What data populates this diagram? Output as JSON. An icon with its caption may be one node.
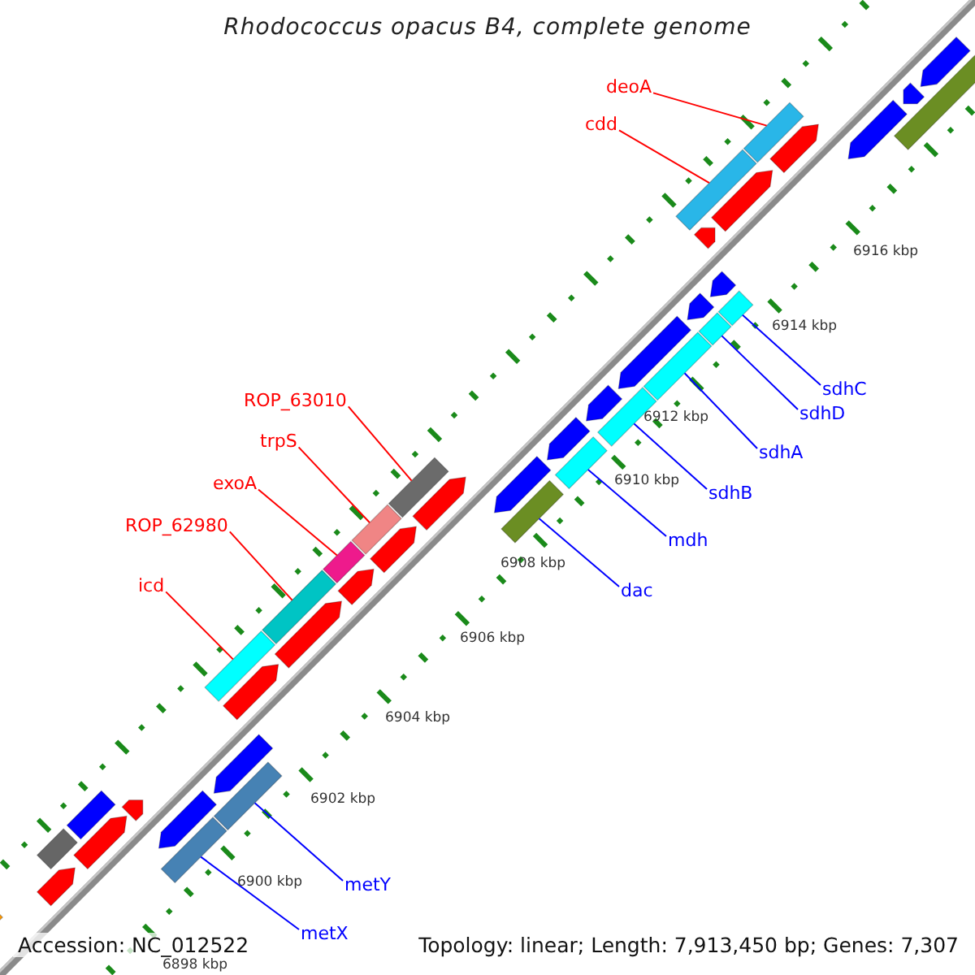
{
  "diagram": {
    "title": "Rhodococcus opacus B4, complete genome",
    "nodes": [
      {
        "text": [
          "deoA"
        ]
      },
      {
        "text": [
          "cdd"
        ]
      },
      {
        "text": [
          "ROP_63010"
        ]
      },
      {
        "text": [
          "trpS"
        ]
      },
      {
        "text": [
          "exoA"
        ]
      },
      {
        "text": [
          "ROP_62980"
        ]
      },
      {
        "text": [
          "icd"
        ]
      },
      {
        "text": [
          "sdhC"
        ]
      },
      {
        "text": [
          "sdhD"
        ]
      },
      {
        "text": [
          "sdhA"
        ]
      },
      {
        "text": [
          "sdhB"
        ]
      },
      {
        "text": [
          "mdh"
        ]
      },
      {
        "text": [
          "dac"
        ]
      },
      {
        "text": [
          "metY"
        ]
      },
      {
        "text": [
          "metX"
        ]
      },
      {
        "text": [],
        "shape": "box"
      },
      {
        "text": [],
        "shape": "box"
      },
      {
        "text": [],
        "shape": "box"
      },
      {
        "text": [],
        "shape": "box"
      },
      {
        "text": [],
        "shape": "box"
      },
      {
        "text": [],
        "shape": "box"
      },
      {
        "text": [],
        "shape": "box"
      },
      {
        "text": [],
        "shape": "box"
      },
      {
        "text": [],
        "shape": "box"
      },
      {
        "text": [],
        "shape": "box"
      },
      {
        "text": [],
        "shape": "box"
      },
      {
        "text": [],
        "shape": "box"
      },
      {
        "text": [],
        "shape": "box"
      },
      {
        "text": [],
        "shape": "box"
      },
      {
        "text": [],
        "shape": "box"
      }
    ],
    "edges": [
      {
        "from": 0,
        "to": 15,
        "arrow": "none",
        "color": "#ff0000"
      },
      {
        "from": 1,
        "to": 16,
        "arrow": "none",
        "color": "#ff0000"
      },
      {
        "from": 2,
        "to": 17,
        "arrow": "none",
        "color": "#ff0000"
      },
      {
        "from": 3,
        "to": 18,
        "arrow": "none",
        "color": "#ff0000"
      },
      {
        "from": 4,
        "to": 19,
        "arrow": "none",
        "color": "#ff0000"
      },
      {
        "from": 5,
        "to": 20,
        "arrow": "none",
        "color": "#ff0000"
      },
      {
        "from": 6,
        "to": 21,
        "arrow": "none",
        "color": "#ff0000"
      },
      {
        "from": 7,
        "to": 22,
        "arrow": "none"
      },
      {
        "from": 8,
        "to": 23,
        "arrow": "none"
      },
      {
        "from": 9,
        "to": 24,
        "arrow": "none"
      },
      {
        "from": 10,
        "to": 25,
        "arrow": "none"
      },
      {
        "from": 11,
        "to": 26,
        "arrow": "none"
      },
      {
        "from": 12,
        "to": 27,
        "arrow": "none"
      },
      {
        "from": 13,
        "to": 28,
        "arrow": "none"
      },
      {
        "from": 14,
        "to": 29,
        "arrow": "none"
      }
    ],
    "labels": [
      "6916 kbp",
      "6914 kbp",
      "6912 kbp",
      "6910 kbp",
      "6908 kbp",
      "6906 kbp",
      "6904 kbp",
      "6902 kbp",
      "6900 kbp",
      "6898 kbp",
      "Accession: NC_012522",
      "Topology: linear; Length: 7,913,450 bp; Genes: 7,307"
    ]
  }
}
